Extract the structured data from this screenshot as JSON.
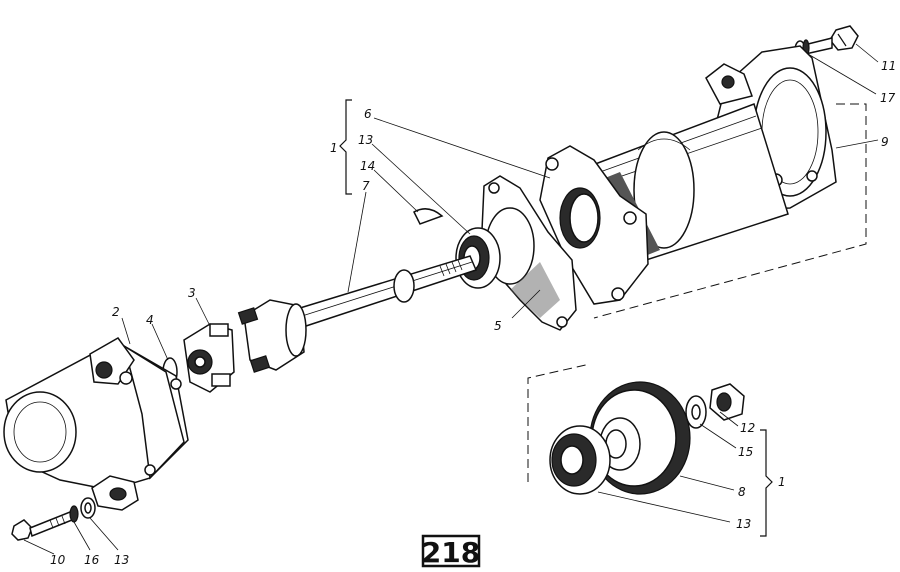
{
  "callouts": [
    {
      "id": "c11",
      "text": "11"
    },
    {
      "id": "c17",
      "text": "17"
    },
    {
      "id": "c9",
      "text": "9"
    },
    {
      "id": "c6",
      "text": "6"
    },
    {
      "id": "c13a",
      "text": "13"
    },
    {
      "id": "c14",
      "text": "14"
    },
    {
      "id": "c7",
      "text": "7"
    },
    {
      "id": "c1a",
      "text": "1"
    },
    {
      "id": "c3",
      "text": "3"
    },
    {
      "id": "c2",
      "text": "2"
    },
    {
      "id": "c4",
      "text": "4"
    },
    {
      "id": "c5",
      "text": "5"
    },
    {
      "id": "c12",
      "text": "12"
    },
    {
      "id": "c15",
      "text": "15"
    },
    {
      "id": "c8",
      "text": "8"
    },
    {
      "id": "c1b",
      "text": "1"
    },
    {
      "id": "c13b",
      "text": "13"
    },
    {
      "id": "c10",
      "text": "10"
    },
    {
      "id": "c16",
      "text": "16"
    },
    {
      "id": "c13c",
      "text": "13"
    }
  ],
  "badge": {
    "text": "218"
  }
}
